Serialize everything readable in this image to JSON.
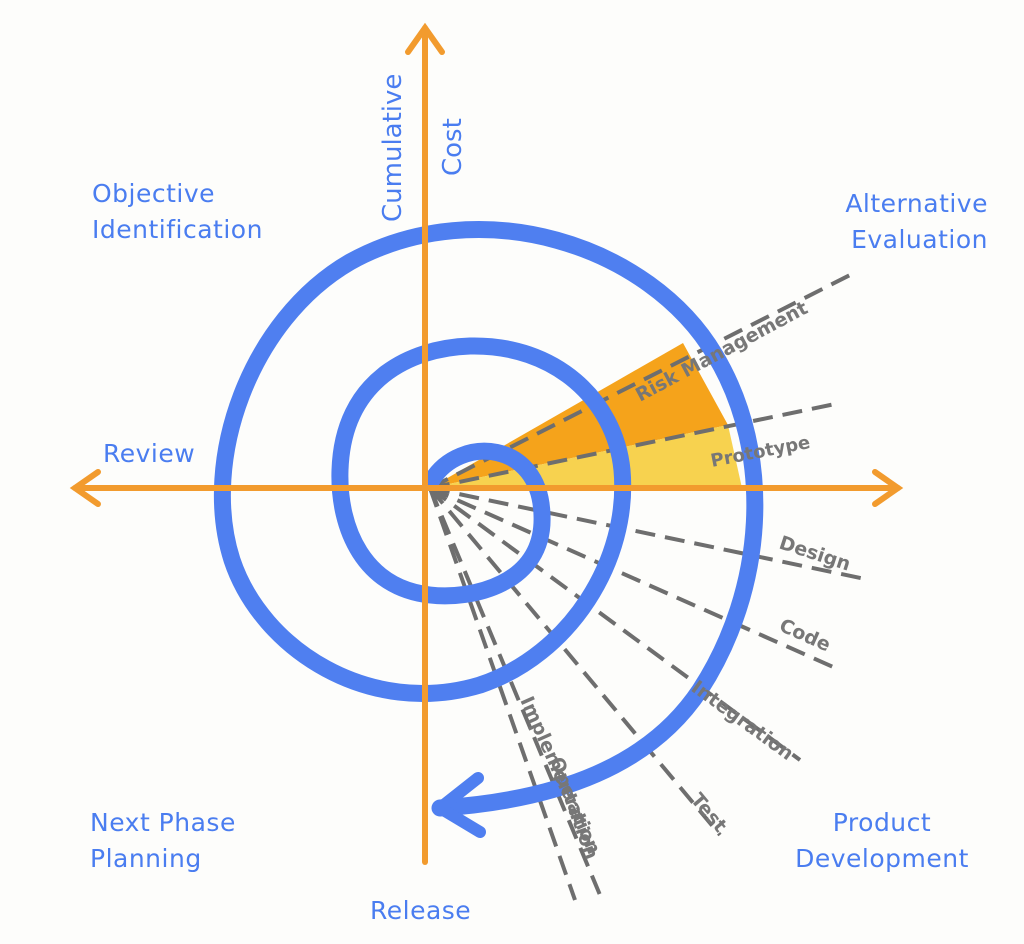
{
  "colors": {
    "spiral": "#4f7ff0",
    "axis": "#f29b2e",
    "risk_wedge": "#f5a31b",
    "prototype_wedge": "#f7d24f",
    "spoke": "#7a7a7a",
    "label": "#4a7df0"
  },
  "axes": {
    "vertical_label_1": "Cumulative",
    "vertical_label_2": "Cost",
    "horizontal_label": "Review",
    "bottom_label": "Release"
  },
  "quadrants": {
    "top_left_1": "Objective",
    "top_left_2": "Identification",
    "top_right_1": "Alternative",
    "top_right_2": "Evaluation",
    "bottom_left_1": "Next Phase",
    "bottom_left_2": "Planning",
    "bottom_right_1": "Product",
    "bottom_right_2": "Development"
  },
  "spokes": [
    "Risk Management",
    "Prototype",
    "Design",
    "Code",
    "Integration",
    "Test",
    "Implementation",
    "Operation"
  ]
}
